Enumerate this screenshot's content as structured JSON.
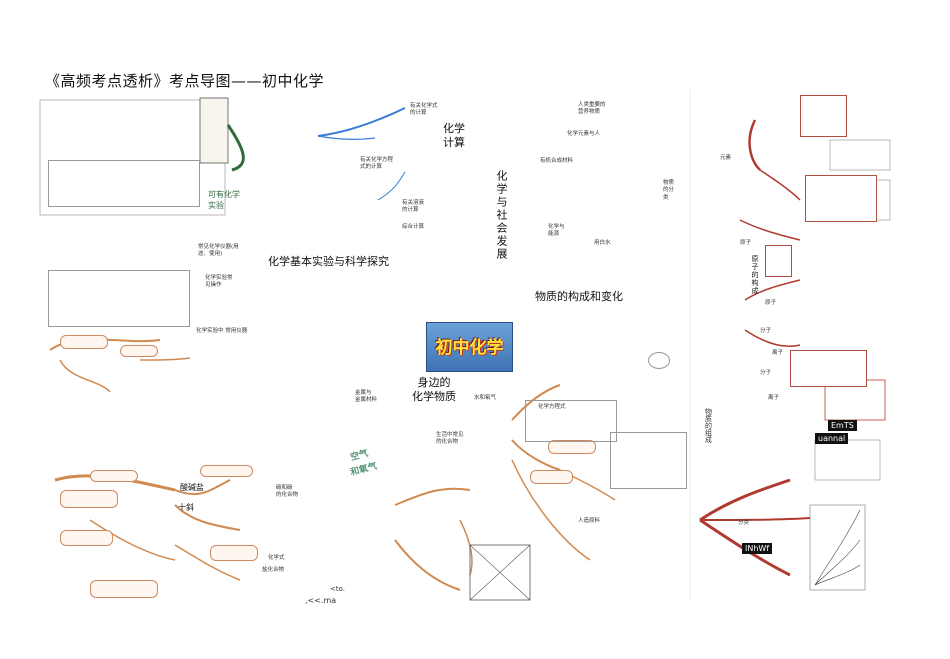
{
  "title": "《高频考点透析》考点导图——初中化学",
  "banner": "初中化学",
  "sections": {
    "calc": "化学\n计算",
    "society": "化学与社会发展",
    "experiment": "化学基本实验与科学探究",
    "structure": "物质的构成和变化",
    "around": "身边的\n化学物质"
  },
  "topics": {
    "t1": "有关化学式\n的计算",
    "t2": "有关化学方程\n式的计算",
    "t3": "有关溶液\n的计算",
    "t4": "综合计算",
    "t5": "人类重要的\n营养物质",
    "t6": "化学元素与人",
    "t7": "有机合成材料",
    "t8": "化学与\n能源",
    "t9": "物质\n的分\n类",
    "t10": "水和氧气",
    "t11": "金属与\n金属材料",
    "t12": "生活中常见\n的化合物",
    "t13": "碳和碳\n的化合物",
    "t14": "化学实验常\n见操作",
    "t15": "常见化学仪器(用\n途、使用)",
    "t16": "化学实验中\n常用仪器",
    "t17": "酸碱盐",
    "t18": "十斜",
    "t19": "盐化合物",
    "t20": "可有化学\n实验",
    "t21": "化学方程式",
    "t22": "原子的构成",
    "t23": "物质的组成",
    "t24": "分子",
    "t25": "原子",
    "t26": "离子",
    "t27": "元素",
    "t28": "分类",
    "t29": "人造原料",
    "t30": "用白水"
  },
  "labels": {
    "l1": "空气",
    "l2": "和氧气",
    "l3": "EmTS",
    "l4": "INhWf",
    "l5": "uannal",
    "l6": "<to.",
    "l7": ",<<.ma",
    "l8": "化学式",
    "l9": "分子",
    "l10": "原子",
    "l11": "离子"
  }
}
